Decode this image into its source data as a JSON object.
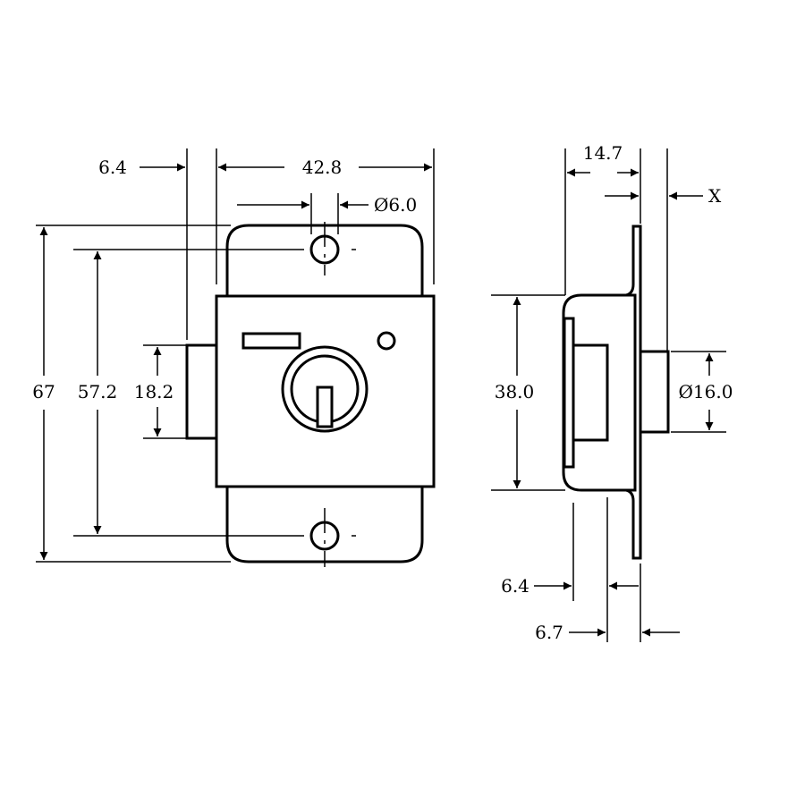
{
  "front_view": {
    "dims": {
      "overall_width": "42.8",
      "bolt_projection": "6.4",
      "hole_diameter": "Ø6.0",
      "overall_height": "67",
      "hole_spacing": "57.2",
      "bolt_height": "18.2"
    }
  },
  "side_view": {
    "dims": {
      "case_depth": "14.7",
      "x_label": "X",
      "cylinder_diameter": "Ø16.0",
      "case_height": "38.0",
      "bolt_offset": "6.4",
      "plate_offset": "6.7"
    }
  },
  "colors": {
    "line": "#000000",
    "background": "#ffffff"
  }
}
